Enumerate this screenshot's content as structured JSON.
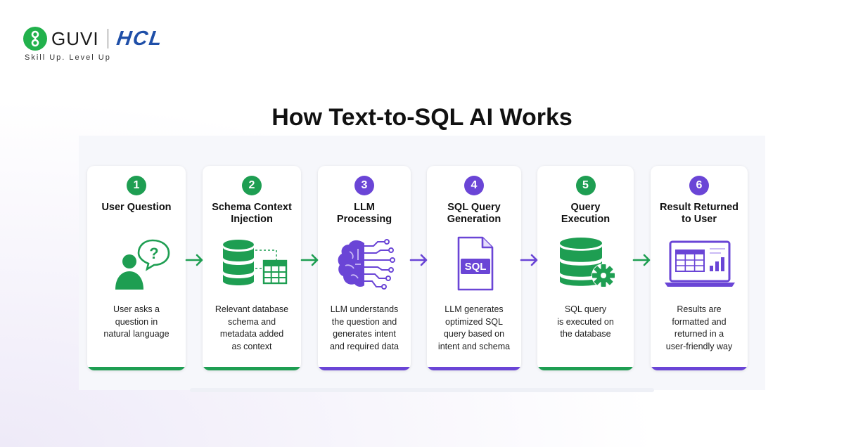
{
  "brand": {
    "guvi": "GUVI",
    "hcl": "HCL",
    "tagline": "Skill Up. Level Up"
  },
  "title": "How Text-to-SQL AI Works",
  "colors": {
    "green": "#1e9e52",
    "purple": "#6a45d6"
  },
  "steps": [
    {
      "number": "1",
      "title": "User Question",
      "desc": "User asks a\nquestion in\nnatural language",
      "icon": "user-question-icon",
      "accent": "green"
    },
    {
      "number": "2",
      "title": "Schema Context\nInjection",
      "desc": "Relevant database\nschema and\nmetadata added\nas context",
      "icon": "database-table-icon",
      "accent": "green"
    },
    {
      "number": "3",
      "title": "LLM\nProcessing",
      "desc": "LLM understands\nthe question and\ngenerates intent\nand required data",
      "icon": "brain-circuit-icon",
      "accent": "purple"
    },
    {
      "number": "4",
      "title": "SQL Query\nGeneration",
      "desc": "LLM generates\noptimized SQL\nquery based on\nintent and schema",
      "icon": "sql-file-icon",
      "accent": "purple",
      "icon_text": "SQL"
    },
    {
      "number": "5",
      "title": "Query\nExecution",
      "desc": "SQL query\nis executed on\nthe database",
      "icon": "database-gear-icon",
      "accent": "green"
    },
    {
      "number": "6",
      "title": "Result Returned\nto User",
      "desc": "Results are\nformatted and\nreturned in a\nuser-friendly way",
      "icon": "laptop-chart-icon",
      "accent": "purple"
    }
  ]
}
